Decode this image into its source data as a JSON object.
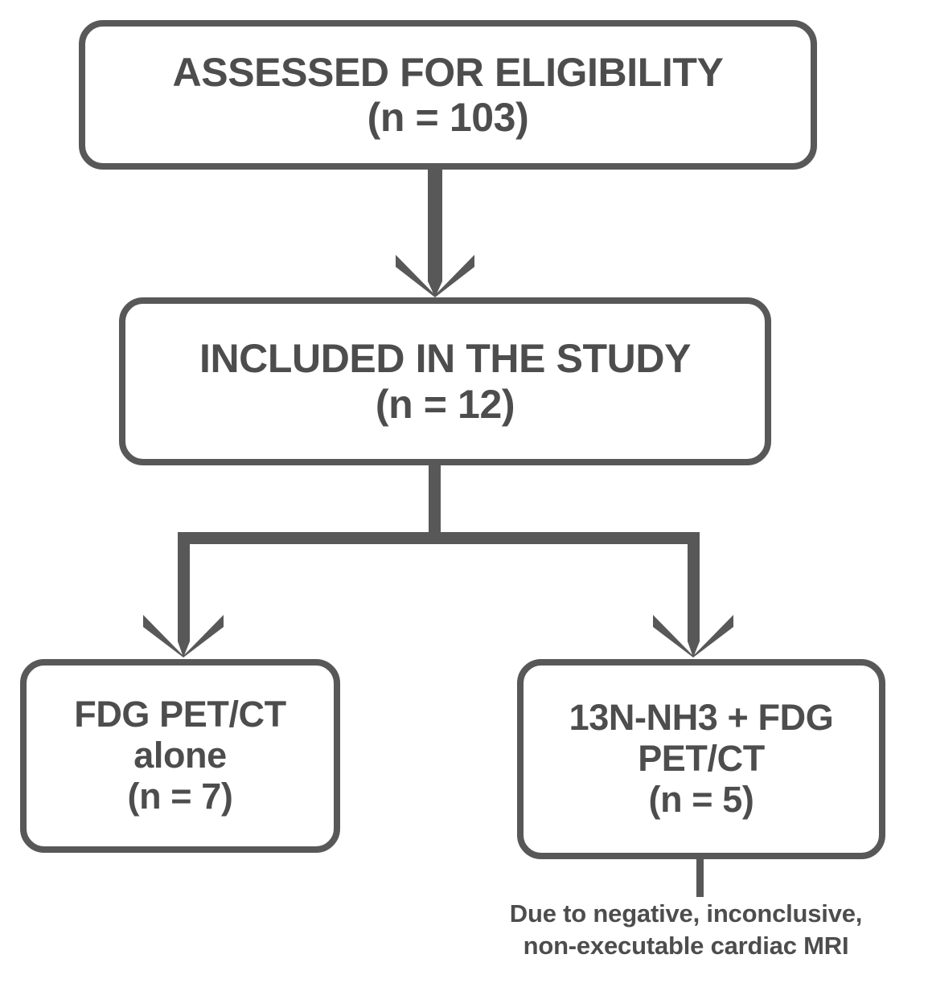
{
  "diagram": {
    "title": "Study enrollment flow diagram",
    "stroke_color": "#585858",
    "text_color": "#4d4d4d",
    "background_color": "#ffffff",
    "nodes": [
      {
        "id": "assessed",
        "lines": [
          "ASSESSED FOR ELIGIBILITY",
          "(n = 103)"
        ],
        "n": 103
      },
      {
        "id": "included",
        "lines": [
          "INCLUDED IN THE STUDY",
          "(n = 12)"
        ],
        "n": 12
      },
      {
        "id": "fdg_alone",
        "lines": [
          "FDG PET/CT",
          "alone",
          "(n = 7)"
        ],
        "n": 7
      },
      {
        "id": "nh3_fdg",
        "lines": [
          "13N-NH3 + FDG",
          "PET/CT",
          "(n = 5)"
        ],
        "n": 5
      }
    ],
    "footnote": {
      "lines": [
        "Due to negative, inconclusive,",
        "non-executable cardiac MRI"
      ]
    },
    "connectors": [
      {
        "id": "assessed-to-included",
        "type": "arrow-down"
      },
      {
        "id": "included-split-left",
        "type": "elbow-arrow-down-left"
      },
      {
        "id": "included-split-right",
        "type": "elbow-arrow-down-right"
      },
      {
        "id": "nh3-to-footnote",
        "type": "plain-line-down"
      }
    ]
  }
}
